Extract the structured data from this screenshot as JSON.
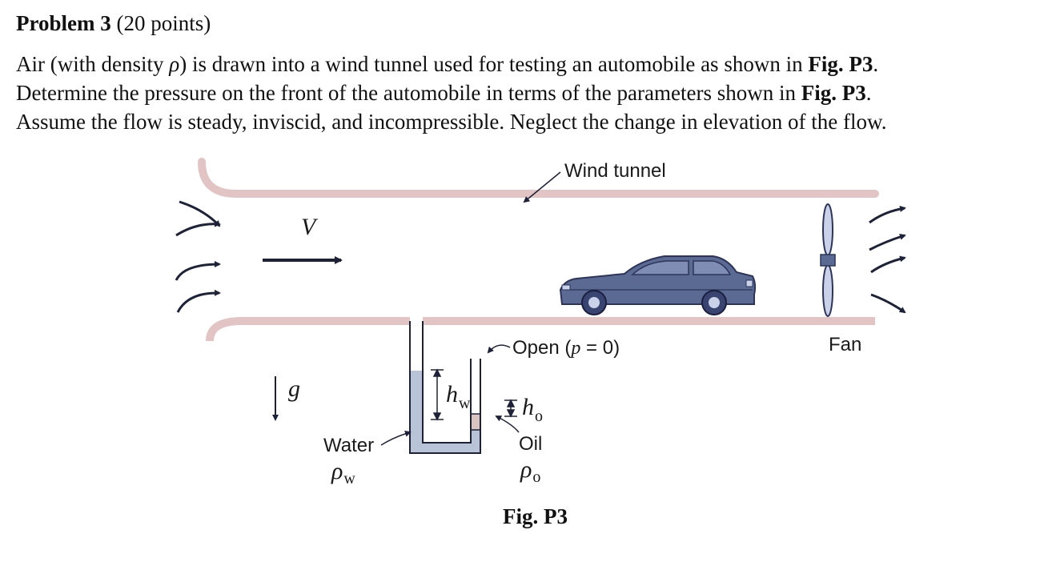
{
  "problem": {
    "title_bold": "Problem 3",
    "title_rest": "(20 points)",
    "statement": {
      "line1_a": "Air (with density ",
      "rho": "ρ",
      "line1_b": ") is drawn into a wind tunnel used for testing an automobile as shown in ",
      "fig_ref_1": "Fig. P3",
      "line1_c": ".",
      "line2_a": "Determine the pressure on the front of the automobile in terms of the parameters shown in ",
      "fig_ref_2": "Fig. P3",
      "line2_b": ".",
      "line3": "Assume the flow is steady, inviscid, and incompressible. Neglect the change in elevation of the flow."
    }
  },
  "figure": {
    "wind_tunnel_label": "Wind tunnel",
    "velocity_label": "V",
    "gravity_label": "g",
    "open_label_prefix": "Open (",
    "open_label_p": "p",
    "open_label_suffix": " = 0)",
    "fan_label": "Fan",
    "water_label": "Water",
    "water_density": "ρ",
    "water_density_sub": "w",
    "hw_label": "h",
    "hw_sub": "w",
    "ho_label": "h",
    "ho_sub": "o",
    "oil_label": "Oil",
    "oil_density": "ρ",
    "oil_density_sub": "o",
    "caption": "Fig. P3"
  },
  "colors": {
    "tunnel_wall": "#e3c4c4",
    "tunnel_edge": "#c89a9a",
    "water_fill": "#b9c3d8",
    "oil_fill": "#d9c4c0",
    "car_body": "#5b6a93",
    "car_dark": "#3a4470",
    "car_window": "#7f8db4",
    "arrow": "#1d2238"
  }
}
